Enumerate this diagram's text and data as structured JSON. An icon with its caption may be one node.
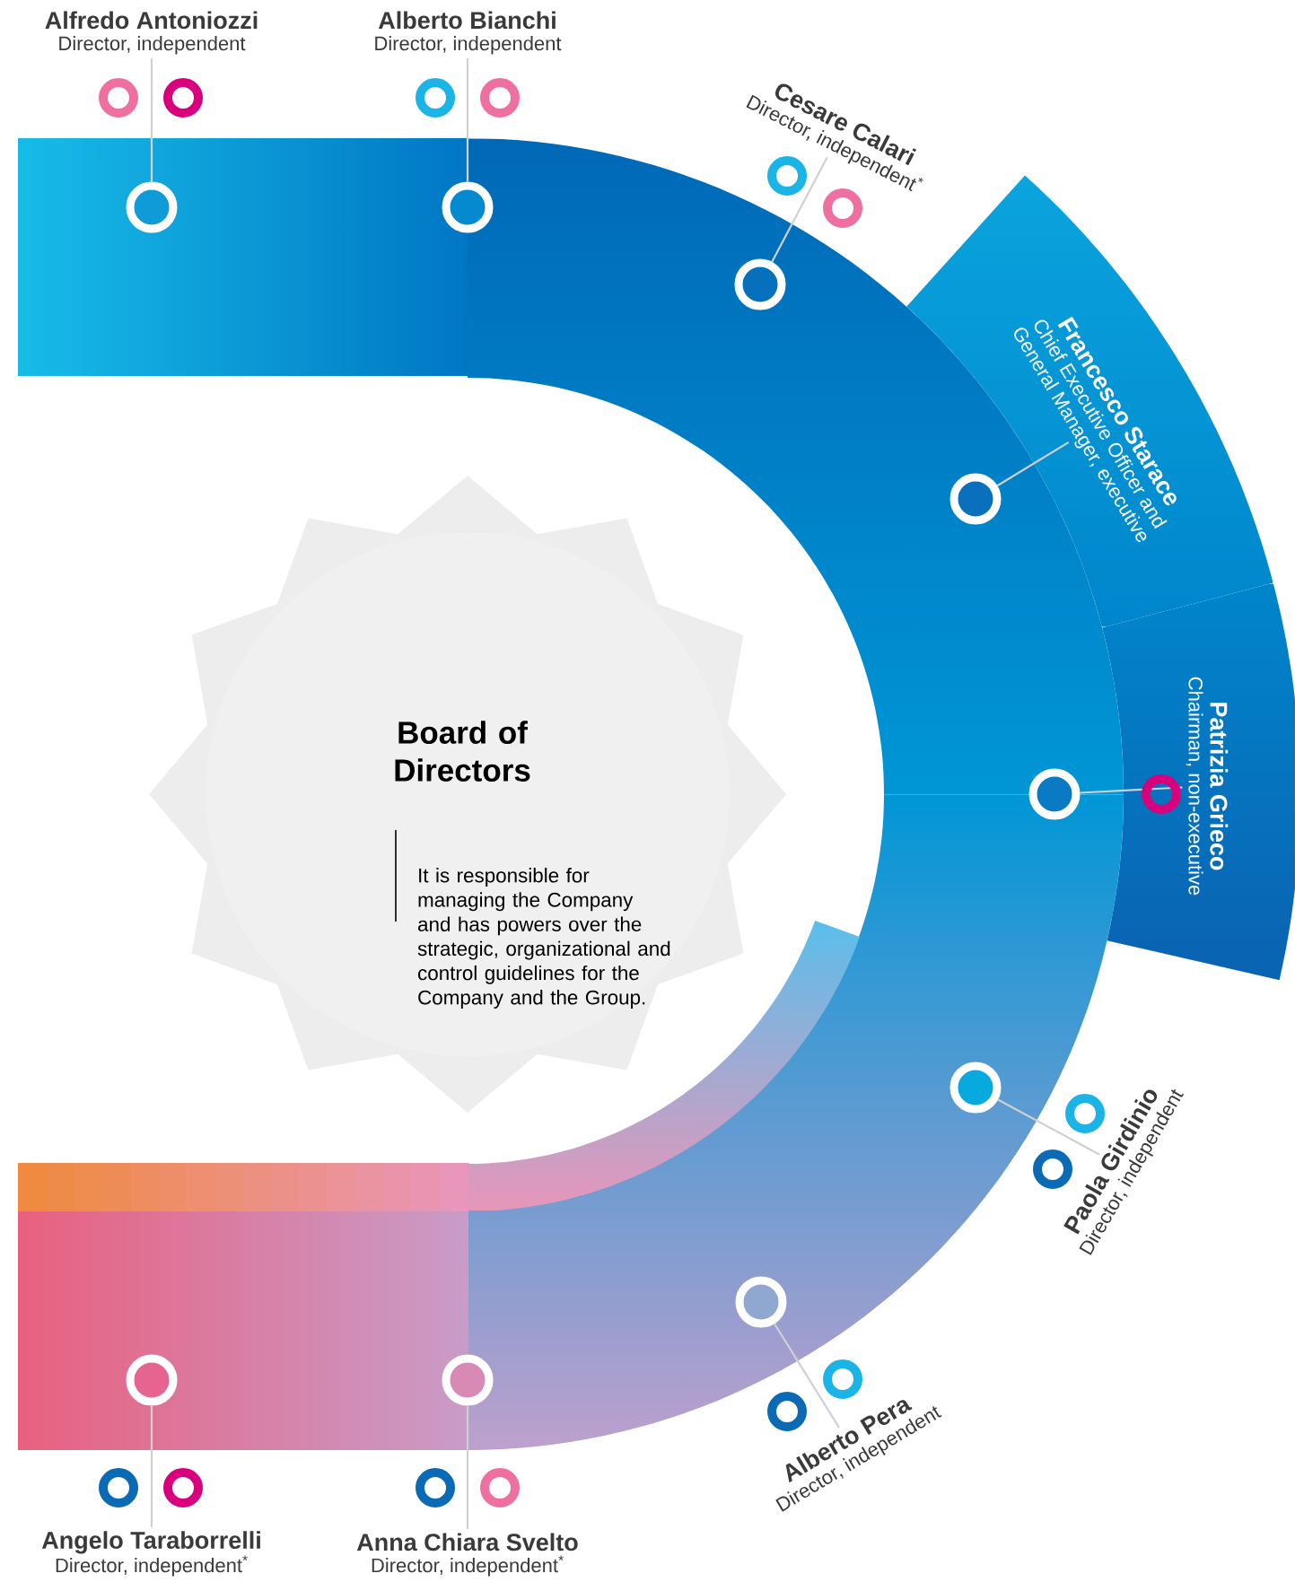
{
  "diagram": {
    "nodes": [
      {
        "text": [
          "Board of Directors",
          "It is responsible for managing the Company and has powers over the strategic, organizational and control guidelines for the Company and the Group."
        ]
      },
      {
        "text": [
          "Alfredo Antoniozzi",
          "Director, independent"
        ]
      },
      {
        "text": [
          "Alberto Bianchi",
          "Director, independent"
        ]
      },
      {
        "text": [
          "Cesare Calari",
          "Director, independent$^{*}$"
        ]
      },
      {
        "text": [
          "Francesco Starace",
          "Chief Executive Officer and General Manager, executive"
        ]
      },
      {
        "text": [
          "Patrizia Grieco",
          "Chairman, non-executive"
        ]
      },
      {
        "text": [
          "Paola Girdinio",
          "Director, independent"
        ]
      },
      {
        "text": [
          "Alberto Pera",
          "Director, independent"
        ]
      },
      {
        "text": [
          "Angelo Taraborrelli",
          "Director, independent$^{*}$"
        ]
      },
      {
        "text": [
          "Anna Chiara Svelto",
          "Director, independent$^{*}$"
        ]
      },
      {
        "text": [],
        "shape": "circle"
      },
      {
        "text": [],
        "shape": "circle"
      },
      {
        "text": [],
        "shape": "circle"
      },
      {
        "text": [],
        "shape": "circle"
      },
      {
        "text": [],
        "shape": "circle"
      },
      {
        "text": [],
        "shape": "circle"
      },
      {
        "text": [],
        "shape": "circle"
      },
      {
        "text": [],
        "shape": "circle"
      },
      {
        "text": [],
        "shape": "circle"
      }
    ],
    "edges": [
      {
        "from": 10,
        "to": 1,
        "arrow": "none"
      },
      {
        "from": 11,
        "to": 2,
        "arrow": "none"
      },
      {
        "from": 12,
        "to": 3,
        "arrow": "none"
      },
      {
        "from": 13,
        "to": 4,
        "arrow": "none"
      },
      {
        "from": 14,
        "to": 5,
        "arrow": "none"
      },
      {
        "from": 15,
        "to": 6,
        "arrow": "none"
      },
      {
        "from": 16,
        "to": 7,
        "arrow": "none"
      },
      {
        "from": 17,
        "to": 8,
        "arrow": "none"
      },
      {
        "from": 18,
        "to": 9,
        "arrow": "none"
      }
    ]
  }
}
